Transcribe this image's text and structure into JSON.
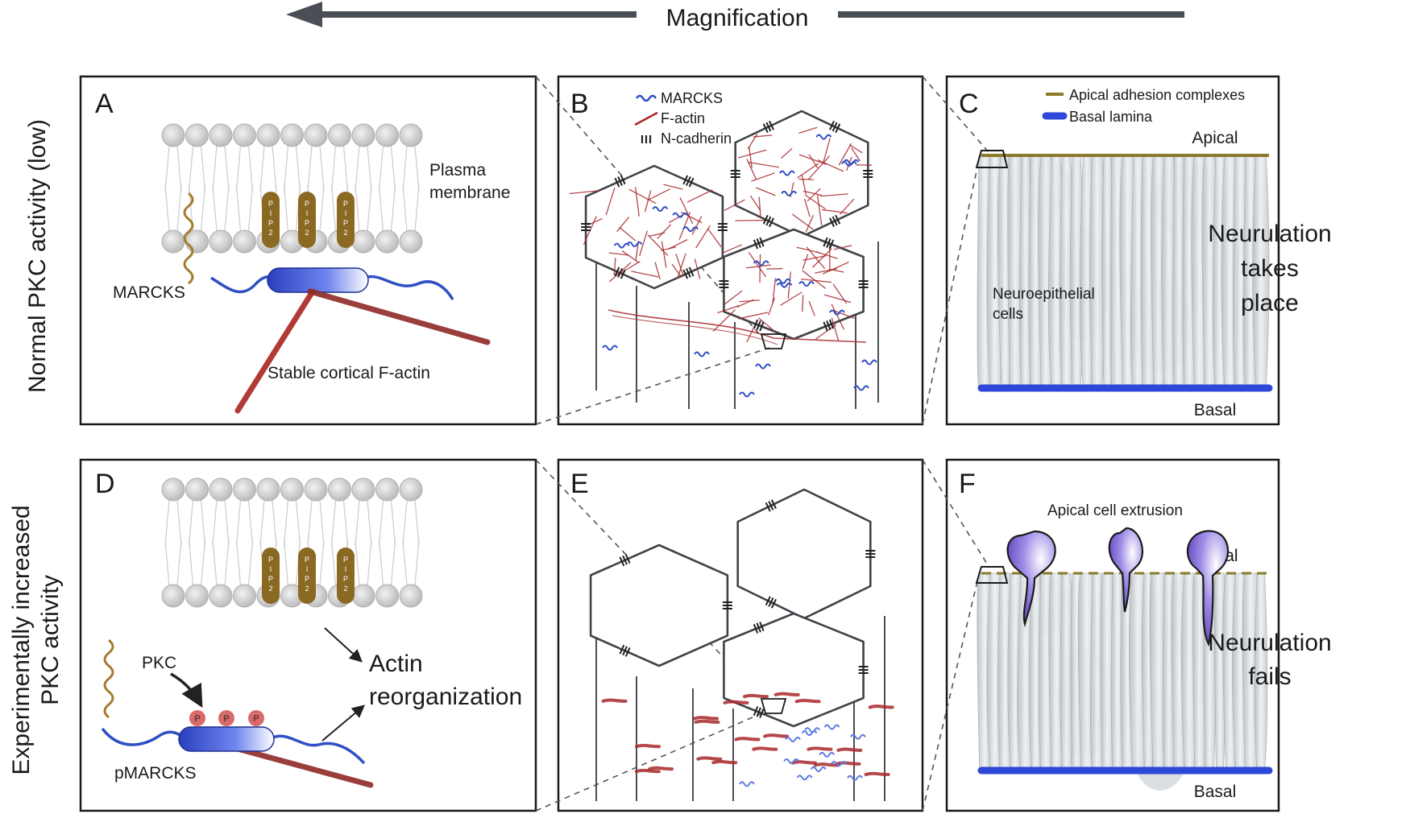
{
  "header": {
    "title": "Magnification"
  },
  "row_labels": {
    "top": [
      "Normal PKC activity (low)"
    ],
    "bottom": [
      "Experimentally increased",
      "PKC activity"
    ]
  },
  "panels": {
    "A": {
      "letter": "A",
      "membrane_label": [
        "Plasma",
        "membrane"
      ],
      "marcks": "MARCKS",
      "factin": "Stable cortical F-actin",
      "pip2": [
        "P",
        "I",
        "P",
        "2"
      ]
    },
    "B": {
      "letter": "B",
      "legend": [
        "MARCKS",
        "F-actin",
        "N-cadherin"
      ]
    },
    "C": {
      "letter": "C",
      "legend": [
        "Apical adhesion complexes",
        "Basal lamina"
      ],
      "apical": "Apical",
      "basal": "Basal",
      "cells": [
        "Neuroepithelial",
        "cells"
      ],
      "outcome": [
        "Neurulation",
        "takes",
        "place"
      ]
    },
    "D": {
      "letter": "D",
      "pkc": "PKC",
      "pmarcks": "pMARCKS",
      "p": "P",
      "actin": [
        "Actin",
        "reorganization"
      ]
    },
    "E": {
      "letter": "E"
    },
    "F": {
      "letter": "F",
      "extrusion": "Apical cell extrusion",
      "apical": "Apical",
      "basal": "Basal",
      "outcome": [
        "Neurulation",
        "fails"
      ]
    }
  },
  "colors": {
    "marcks_wave": "#2f4fc4",
    "factin": "#a8282c",
    "ncadherin": "#222222",
    "apical_line": "#8c7a2a",
    "basal_lamina": "#2d48d8",
    "pip2": "#8a6a22",
    "extruded_cell": "#8a72d6",
    "phospho": "#d86a6a"
  }
}
